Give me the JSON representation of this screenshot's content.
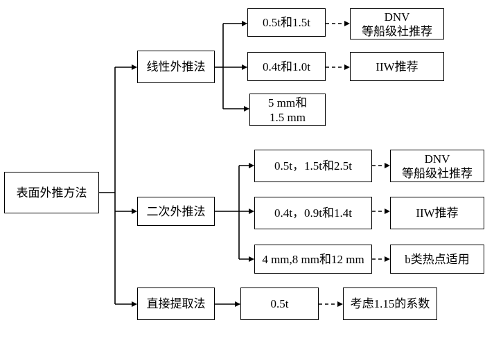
{
  "root": {
    "label": "表面外推方法"
  },
  "methods": [
    {
      "label": "线性外推法",
      "points": [
        {
          "label": "0.5t和1.5t",
          "note": "DNV\n等船级社推荐"
        },
        {
          "label": "0.4t和1.0t",
          "note": "IIW推荐"
        },
        {
          "label": "5 mm和\n1.5 mm",
          "note": null
        }
      ]
    },
    {
      "label": "二次外推法",
      "points": [
        {
          "label": "0.5t，1.5t和2.5t",
          "note": "DNV\n等船级社推荐"
        },
        {
          "label": "0.4t，0.9t和1.4t",
          "note": "IIW推荐"
        },
        {
          "label": "4 mm,8 mm和12 mm",
          "note": "b类热点适用"
        }
      ]
    },
    {
      "label": "直接提取法",
      "points": [
        {
          "label": "0.5t",
          "note": "考虑1.15的系数"
        }
      ]
    }
  ]
}
